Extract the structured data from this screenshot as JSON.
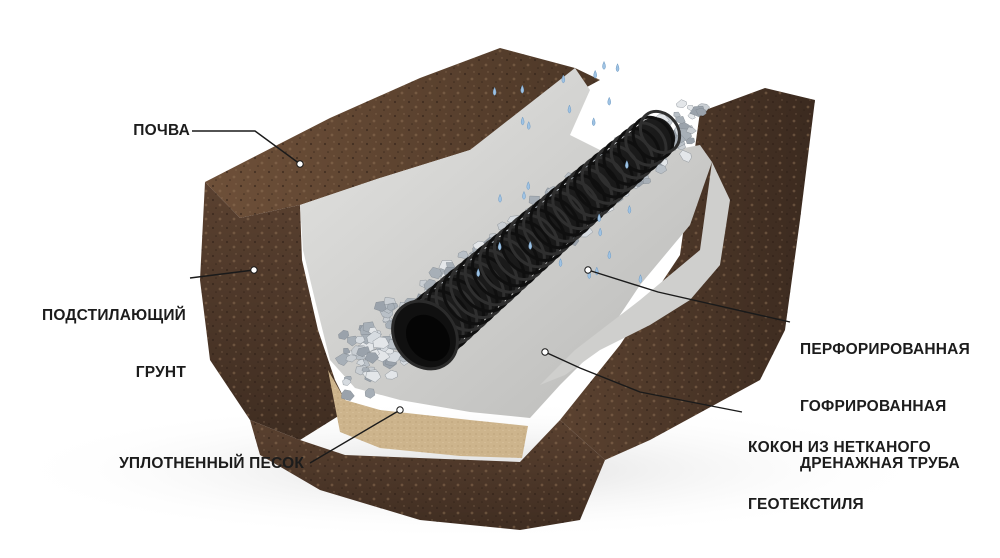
{
  "labels": {
    "topsoil": "ПОЧВА",
    "subsoil_1": "ПОДСТИЛАЮЩИЙ",
    "subsoil_2": "ГРУНТ",
    "sand": "УПЛОТНЕННЫЙ ПЕСОК",
    "pipe_1": "ПЕРФОРИРОВАННАЯ",
    "pipe_2": "ГОФРИРОВАННАЯ",
    "pipe_3": "ДРЕНАЖНАЯ ТРУБА",
    "geotextile_1": "КОКОН ИЗ НЕТКАНОГО",
    "geotextile_2": "ГЕОТЕКСТИЛЯ"
  },
  "colors": {
    "background": "#ffffff",
    "soil_dark": "#4a3526",
    "soil_mid": "#6b4d36",
    "soil_light": "#8a6a4e",
    "geotextile": "#d9d9d7",
    "gravel": "#c4cad0",
    "pipe": "#1d1d1d",
    "sand": "#cdb48c",
    "water": "#9fc3e4",
    "leader": "#1a1a1a"
  }
}
